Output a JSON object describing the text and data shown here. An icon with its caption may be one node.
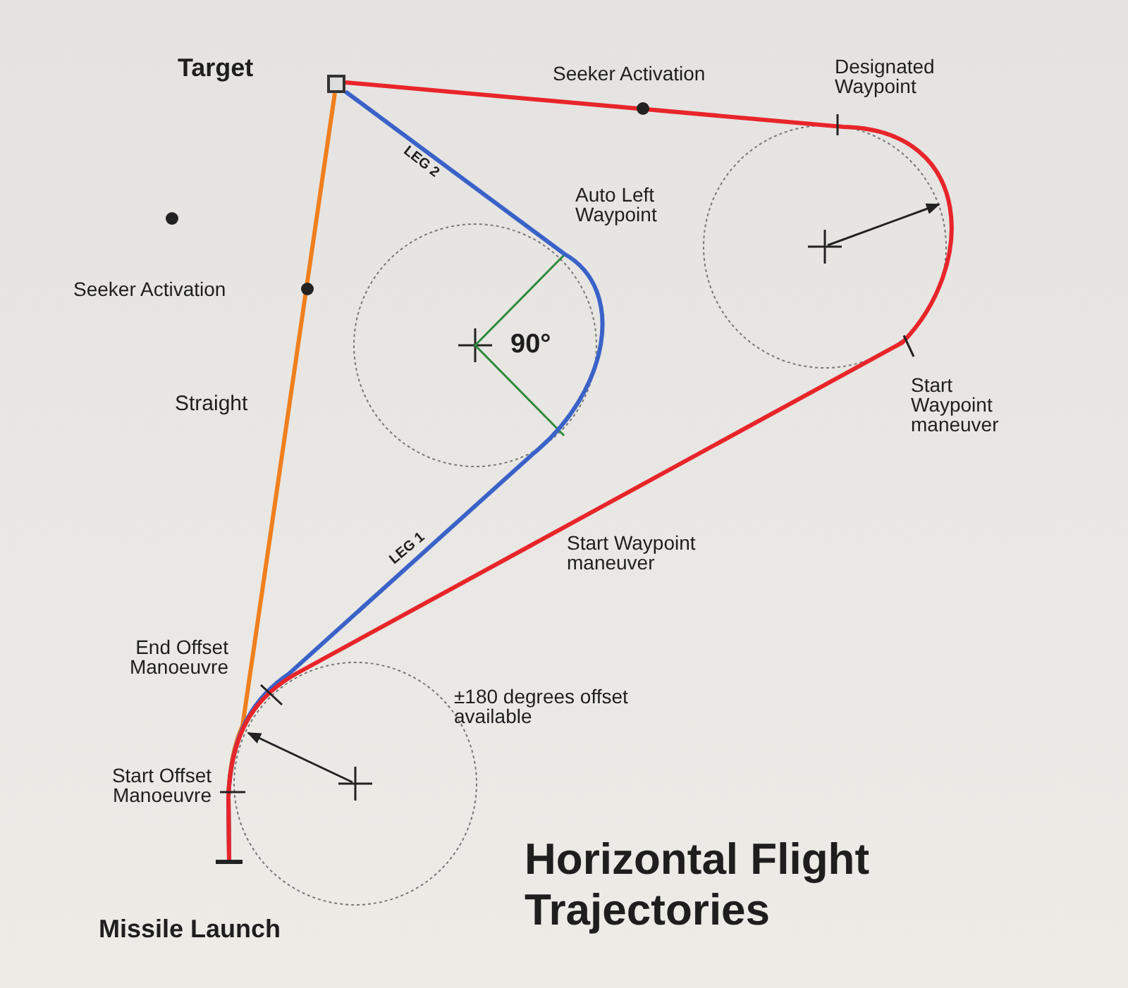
{
  "diagram": {
    "title": "Horizontal Flight Trajectories",
    "nodes": [
      {
        "text": [],
        "shape": "bar",
        "beside": [
          "Missile Launch"
        ]
      },
      {
        "text": [],
        "shape": "box",
        "beside": [
          "Target"
        ]
      }
    ],
    "edges": [
      {
        "from": 0,
        "to": 1,
        "arrow": "none",
        "label": "Straight",
        "color": "#f07f1e"
      },
      {
        "from": 0,
        "to": 1,
        "arrow": "none",
        "color": "#3a62c8"
      },
      {
        "from": 0,
        "to": 1,
        "arrow": "none",
        "color": "#e8252a"
      }
    ],
    "labels": [
      "Seeker Activation",
      "Designated Waypoint",
      "LEG 2",
      "Auto Left Waypoint",
      "Seeker Activation",
      "90°",
      "Start Waypoint maneuver",
      "Start Waypoint maneuver",
      "LEG 1",
      "End Offset Manoeuvre",
      "±180 degrees offset available",
      "Start Offset Manoeuvre"
    ]
  }
}
